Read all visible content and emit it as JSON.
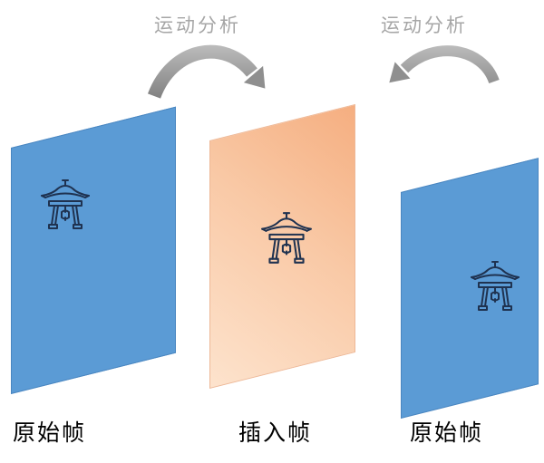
{
  "annotations": {
    "motion_left": "运动分析",
    "motion_right": "运动分析"
  },
  "frames": [
    {
      "label": "原始帧",
      "role": "original-frame",
      "fill": "#5B9BD5",
      "icon": "temple-gate-icon"
    },
    {
      "label": "插入帧",
      "role": "inserted-frame",
      "fill_gradient": [
        "#F5AE80",
        "#FDE3CD"
      ],
      "icon": "temple-gate-icon"
    },
    {
      "label": "原始帧",
      "role": "original-frame",
      "fill": "#5B9BD5",
      "icon": "temple-gate-icon"
    }
  ],
  "arrows": [
    {
      "label": "运动分析",
      "from": "left-original-frame",
      "to": "inserted-frame",
      "direction": "left-to-middle"
    },
    {
      "label": "运动分析",
      "from": "right-original-frame",
      "to": "inserted-frame",
      "direction": "right-to-middle"
    }
  ],
  "colors": {
    "frame_blue": "#5B9BD5",
    "frame_blue_border": "#4A86C0",
    "inserted_frame_top_right": "#F5AE80",
    "inserted_frame_bottom_left": "#FDE3CD",
    "arrow_gray_light": "#C6C6C6",
    "arrow_gray_dark": "#7E7E7E",
    "annotation_gray": "#A6A6A6",
    "icon_line": "#1F3250",
    "label_black": "#000000",
    "background": "#FFFFFF"
  }
}
